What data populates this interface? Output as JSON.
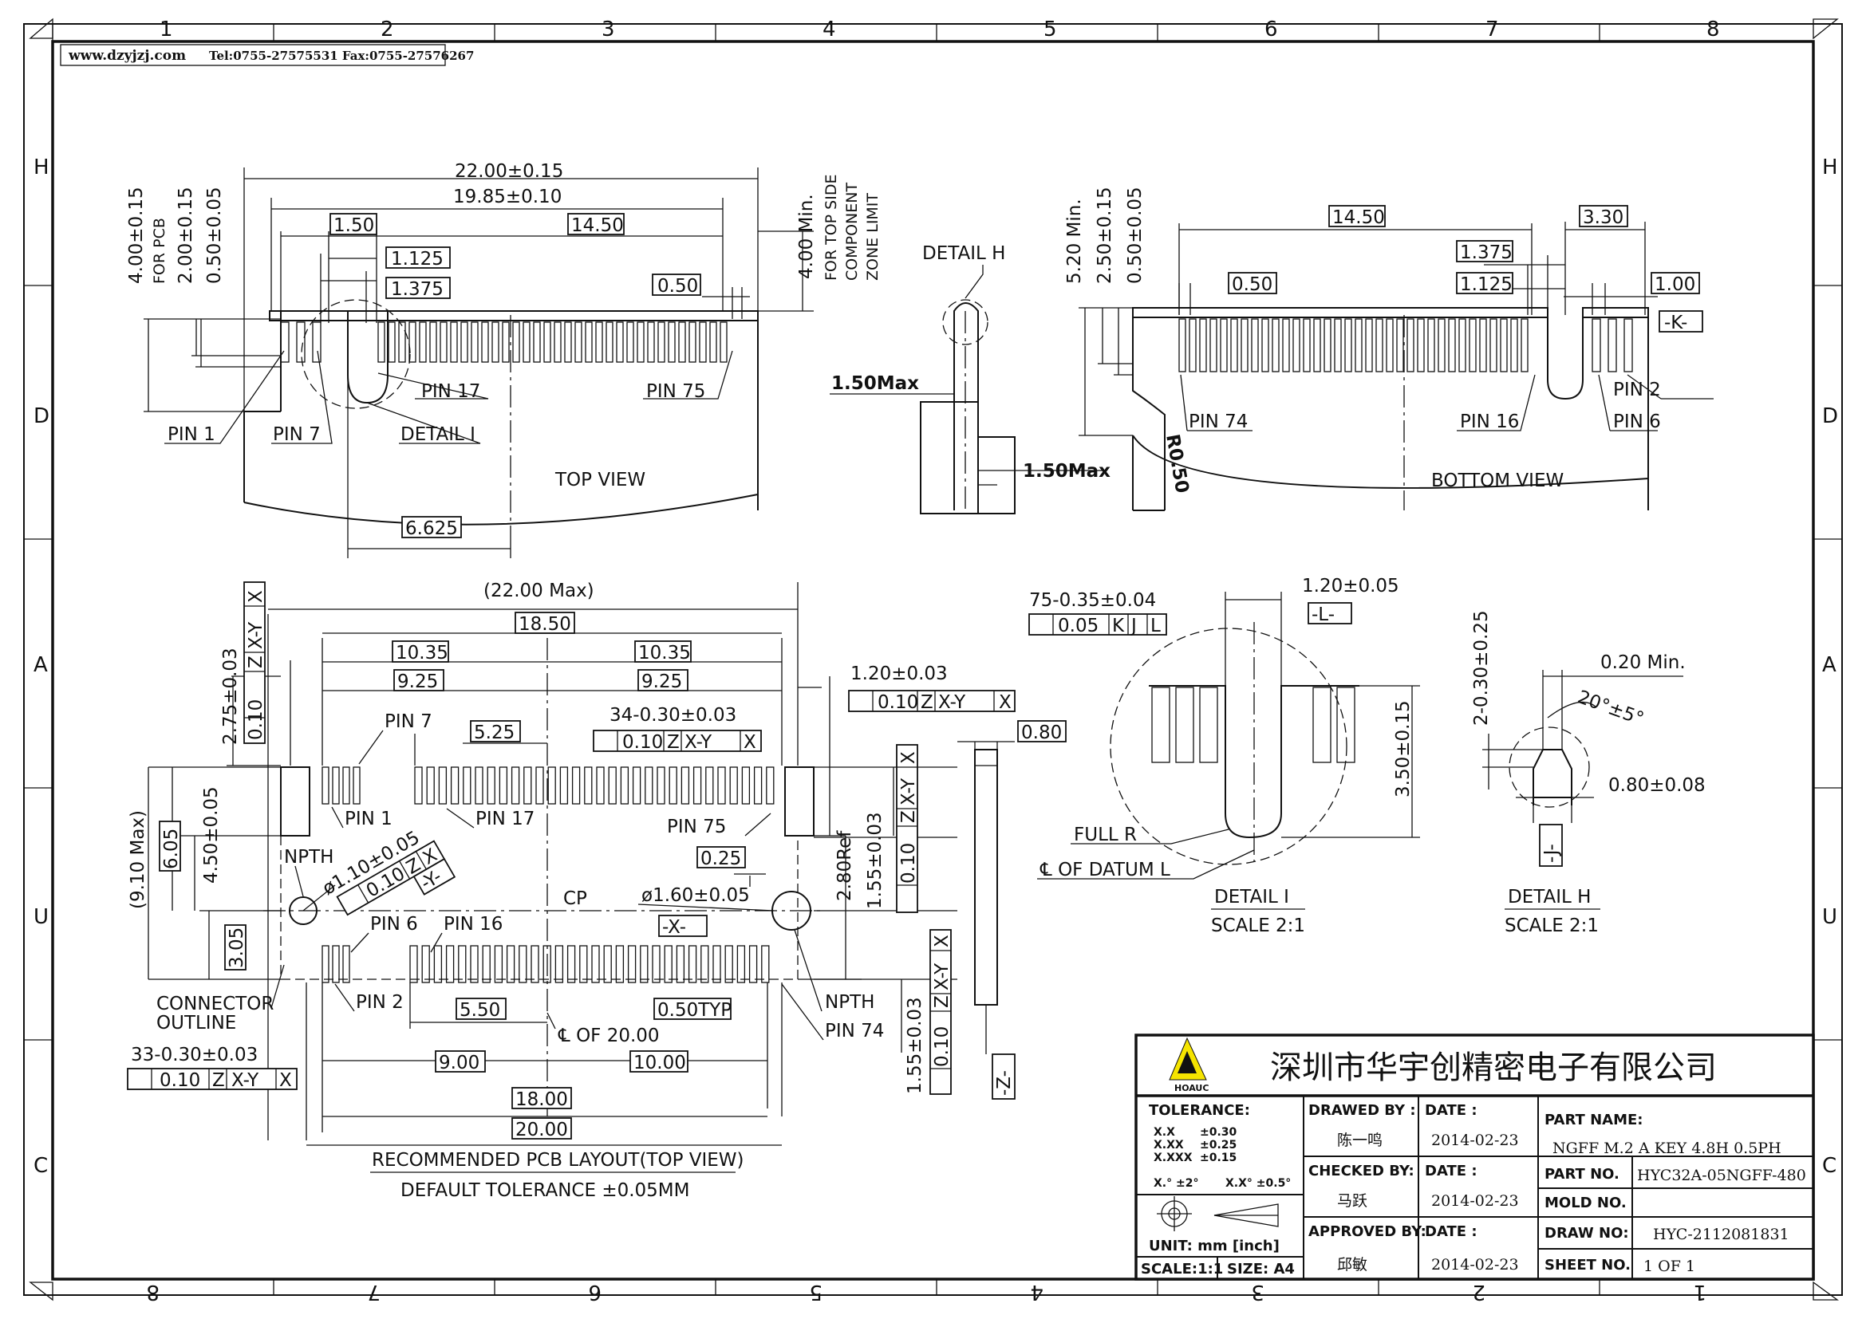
{
  "header": {
    "website": "www.dzyjzj.com",
    "contact": "Tel:0755-27575531  Fax:0755-27576267"
  },
  "border": {
    "columns_top": [
      "1",
      "2",
      "3",
      "4",
      "5",
      "6",
      "7",
      "8"
    ],
    "columns_bottom": [
      "8",
      "7",
      "6",
      "5",
      "4",
      "3",
      "2",
      "1"
    ],
    "rows": [
      "H",
      "D",
      "A",
      "U",
      "C"
    ]
  },
  "top_view": {
    "view_label": "TOP VIEW",
    "dims": {
      "overall": "22.00±0.15",
      "inner": "19.85±0.10",
      "a": "1.50",
      "b": "14.50",
      "c": "1.125",
      "d": "1.375",
      "e": "0.50",
      "f": "6.625"
    },
    "left_dims": [
      "4.00±0.15",
      "FOR PCB",
      "2.00±0.15",
      "0.50±0.05"
    ],
    "right_dim": "4.00 Min.",
    "right_note": [
      "FOR TOP SIDE",
      "COMPONENT",
      "ZONE LIMIT"
    ],
    "labels": {
      "pin1": "PIN 1",
      "pin7": "PIN 7",
      "pin17": "PIN 17",
      "pin75": "PIN 75",
      "detail": "DETAIL I"
    }
  },
  "side_view": {
    "detail": "DETAIL H",
    "max1": "1.50Max",
    "max2": "1.50Max"
  },
  "bottom_view": {
    "view_label": "BOTTOM VIEW",
    "dims": {
      "a": "14.50",
      "b": "3.30",
      "c": "1.375",
      "d": "1.125",
      "e": "0.50",
      "f": "1.00"
    },
    "left_dims": [
      "5.20 Min.",
      "2.50±0.15",
      "0.50±0.05"
    ],
    "radius": "R0.50",
    "datum": "-K-",
    "labels": {
      "pin2": "PIN 2",
      "pin6": "PIN 6",
      "pin16": "PIN 16",
      "pin74": "PIN 74"
    }
  },
  "pcb_layout": {
    "title": "RECOMMENDED PCB LAYOUT(TOP VIEW)",
    "tolerance": "DEFAULT TOLERANCE ±0.05MM",
    "dims": {
      "max": "(22.00 Max)",
      "d1850": "18.50",
      "d1035a": "10.35",
      "d1035b": "10.35",
      "d925a": "9.25",
      "d925b": "9.25",
      "d525": "5.25",
      "d550": "5.50",
      "d050typ": "0.50TYP",
      "d900": "9.00",
      "d1000": "10.00",
      "d1800": "18.00",
      "d2000": "20.00",
      "d025": "0.25",
      "d080": "0.80",
      "d120": "1.20±0.03",
      "d275": "2.75±0.03",
      "d910": "(9.10 Max)",
      "d605": "6.05",
      "d450": "4.50±0.05",
      "d305": "3.05",
      "d280": "2.80Ref",
      "d155a": "1.55±0.03",
      "d155b": "1.55±0.03"
    },
    "holes": {
      "h1": "ø1.10±0.05",
      "h2": "ø1.60±0.05"
    },
    "pads": {
      "top": "34-0.30±0.03",
      "bottom": "33-0.30±0.03"
    },
    "fcf": {
      "tol": "0.10",
      "z": "Z",
      "xy": "X-Y",
      "x": "X",
      "y": "-Y-",
      "xdatum": "-X-",
      "zdatum": "-Z-"
    },
    "labels": {
      "pin1": "PIN 1",
      "pin7": "PIN 7",
      "pin17": "PIN 17",
      "pin75": "PIN 75",
      "pin6": "PIN 6",
      "pin16": "PIN 16",
      "pin2": "PIN 2",
      "pin74": "PIN 74",
      "npth1": "NPTH",
      "npth2": "NPTH",
      "cp": "CP",
      "cl": "℄ OF 20.00",
      "outline1": "CONNECTOR",
      "outline2": "OUTLINE"
    }
  },
  "detail_i": {
    "title": "DETAIL I",
    "scale": "SCALE 2:1",
    "dims": {
      "pads": "75-0.35±0.04",
      "w": "1.20±0.05",
      "h": "3.50±0.15"
    },
    "fcf": {
      "tol": "0.05",
      "k": "K",
      "j": "J",
      "l": "L"
    },
    "datum": "-L-",
    "full_r": "FULL R",
    "cl": "℄ OF DATUM L"
  },
  "detail_h": {
    "title": "DETAIL H",
    "scale": "SCALE 2:1",
    "dims": {
      "t": "2-0.30±0.25",
      "min": "0.20 Min.",
      "ang": "20°±5°",
      "w": "0.80±0.08"
    },
    "datum": "-J-"
  },
  "title_block": {
    "company": "深圳市华宇创精密电子有限公司",
    "logo_text": "HOAUC",
    "tolerance": {
      "label": "TOLERANCE:",
      "rows": [
        [
          "X.X",
          "±0.30"
        ],
        [
          "X.XX",
          "±0.25"
        ],
        [
          "X.XXX",
          "±0.15"
        ]
      ],
      "angles": [
        "X.° ±2°",
        "X.X° ±0.5°"
      ]
    },
    "unit": "UNIT:  mm  [inch]",
    "scale": "SCALE:1:1",
    "size": "SIZE: A4",
    "drawn_by": {
      "label": "DRAWED BY :",
      "name": "陈一鸣",
      "date_label": "DATE :",
      "date": "2014-02-23"
    },
    "checked_by": {
      "label": "CHECKED BY:",
      "name": "马跃",
      "date_label": "DATE :",
      "date": "2014-02-23"
    },
    "approved_by": {
      "label": "APPROVED BY:",
      "name": "邱敏",
      "date_label": "DATE :",
      "date": "2014-02-23"
    },
    "part_name": {
      "label": "PART NAME:",
      "value": "NGFF M.2 A KEY 4.8H 0.5PH"
    },
    "part_no": {
      "label": "PART NO.",
      "value": "HYC32A-05NGFF-480"
    },
    "mold_no": {
      "label": "MOLD NO."
    },
    "draw_no": {
      "label": "DRAW NO:",
      "value": "HYC-2112081831"
    },
    "sheet_no": {
      "label": "SHEET NO.",
      "value": "1 OF 1"
    }
  }
}
